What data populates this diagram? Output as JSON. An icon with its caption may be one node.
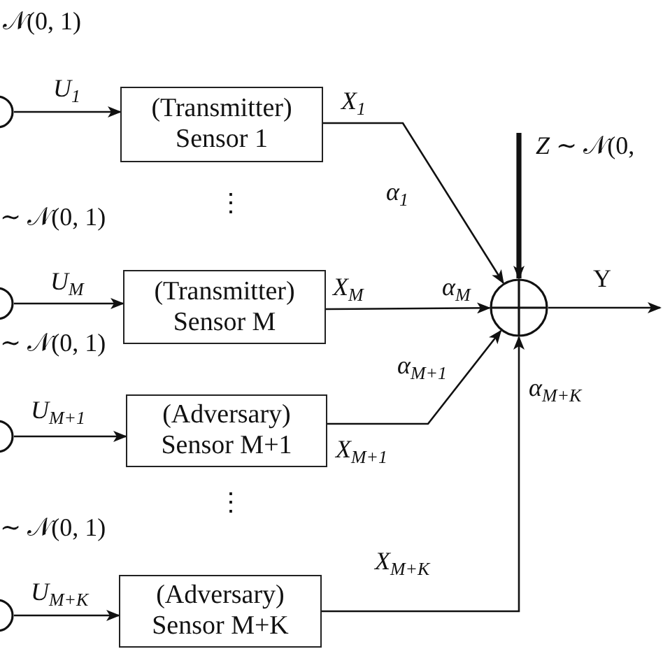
{
  "diagram": {
    "nodes": [
      {
        "text": [],
        "shape": "circle"
      },
      {
        "text": [
          "(Transmitter)",
          "Sensor 1"
        ]
      },
      {
        "text": [],
        "shape": "circle"
      },
      {
        "text": [
          "(Transmitter)",
          "Sensor M"
        ]
      },
      {
        "text": [],
        "shape": "circle"
      },
      {
        "text": [
          "(Adversary)",
          "Sensor M+1"
        ]
      },
      {
        "text": [],
        "shape": "circle"
      },
      {
        "text": [
          "(Adversary)",
          "Sensor M+K"
        ]
      },
      {
        "text": [],
        "shape": "circle"
      }
    ],
    "edges": [
      {
        "from": 0,
        "to": 1,
        "arrow": "to",
        "label": "*U*$_{1}$"
      },
      {
        "from": 2,
        "to": 3,
        "arrow": "to",
        "label": "*U*$_{M}$"
      },
      {
        "from": 4,
        "to": 5,
        "arrow": "to",
        "label": "*U*$_{M+1}$"
      },
      {
        "from": 6,
        "to": 7,
        "arrow": "to",
        "label": "*U*$_{M+K}$"
      },
      {
        "from": 1,
        "to": 8,
        "arrow": "to",
        "label": "*X*$_{1}$"
      },
      {
        "from": 3,
        "to": 8,
        "arrow": "to",
        "label": "*X*$_{M}$"
      },
      {
        "from": 5,
        "to": 8,
        "arrow": "to",
        "label": "*X*$_{M+1}$"
      },
      {
        "from": 7,
        "to": 8,
        "arrow": "to",
        "label": "*X*$_{M+K}$"
      },
      {
        "from": null,
        "to": 8,
        "arrow": "to",
        "style": "thick",
        "label": "*Z* ∼ 𝒩(0,"
      },
      {
        "from": 8,
        "to": null,
        "arrow": "to",
        "label": "Y"
      }
    ],
    "labels": [
      "𝒩(0, 1)",
      "*α*$_{1}$",
      "⋮",
      "∼ 𝒩(0, 1)",
      "*α*$_{M}$",
      "∼ 𝒩(0, 1)",
      "*α*$_{M+1}$",
      "*α*$_{M+K}$",
      "⋮",
      "∼ 𝒩(0, 1)"
    ]
  }
}
